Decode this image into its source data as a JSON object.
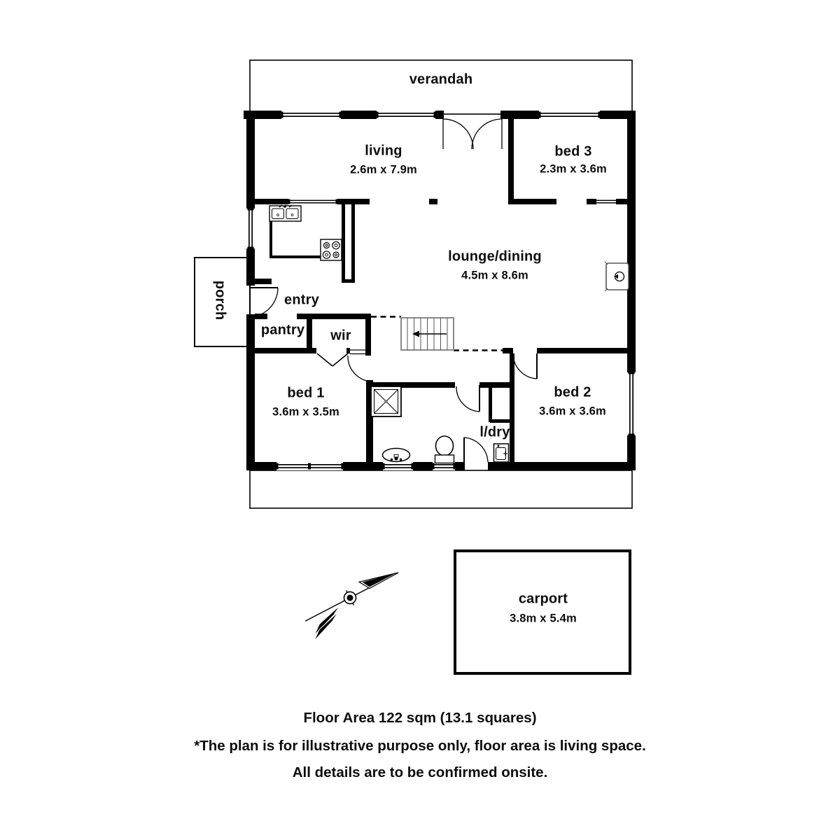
{
  "rooms": {
    "verandah": {
      "label": "verandah"
    },
    "living": {
      "label": "living",
      "dims": "2.6m x 7.9m"
    },
    "bed3": {
      "label": "bed 3",
      "dims": "2.3m x 3.6m"
    },
    "lounge_dining": {
      "label": "lounge/dining",
      "dims": "4.5m x 8.6m"
    },
    "porch": {
      "label": "porch"
    },
    "entry": {
      "label": "entry"
    },
    "pantry": {
      "label": "pantry"
    },
    "wir": {
      "label": "wir"
    },
    "bed1": {
      "label": "bed 1",
      "dims": "3.6m x 3.5m"
    },
    "bed2": {
      "label": "bed 2",
      "dims": "3.6m x 3.6m"
    },
    "laundry": {
      "label": "l/dry"
    },
    "carport": {
      "label": "carport",
      "dims": "3.8m x 5.4m"
    }
  },
  "footer": {
    "floor_area": "Floor Area 122 sqm (13.1 squares)",
    "disclaimer1": "*The plan is for illustrative purpose only, floor area is living space.",
    "disclaimer2": "All details are to be confirmed onsite."
  },
  "colors": {
    "wall": "#000000",
    "background": "#ffffff",
    "stair_edge": "#8a8a8a"
  }
}
